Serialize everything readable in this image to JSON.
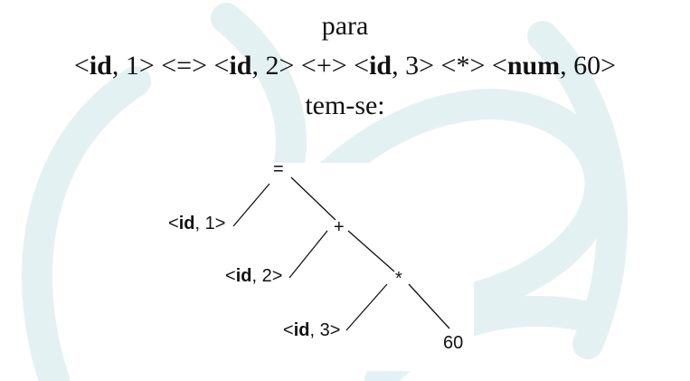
{
  "header": {
    "line1": "para",
    "line3": "tem-se:"
  },
  "tokens": [
    {
      "open": "<",
      "name": "id",
      "sep": ", ",
      "value": "1",
      "close": ">"
    },
    {
      "sym": " <=> "
    },
    {
      "open": "<",
      "name": "id",
      "sep": ", ",
      "value": "2",
      "close": ">"
    },
    {
      "sym": " <+> "
    },
    {
      "open": "<",
      "name": "id",
      "sep": ", ",
      "value": "3",
      "close": ">"
    },
    {
      "sym": " <*> "
    },
    {
      "open": "<",
      "name": "num",
      "sep": ", ",
      "value": "60",
      "close": ">"
    }
  ],
  "tree": {
    "root": "=",
    "plus": "+",
    "star": "*",
    "leaf_id1": {
      "open": "<",
      "name": "id",
      "rest": ", 1>"
    },
    "leaf_id2": {
      "open": "<",
      "name": "id",
      "rest": ", 2>"
    },
    "leaf_id3": {
      "open": "<",
      "name": "id",
      "rest": ", 3>"
    },
    "leaf_num": "60"
  },
  "colors": {
    "text": "#111111",
    "watermark": "#e6f2f4"
  }
}
